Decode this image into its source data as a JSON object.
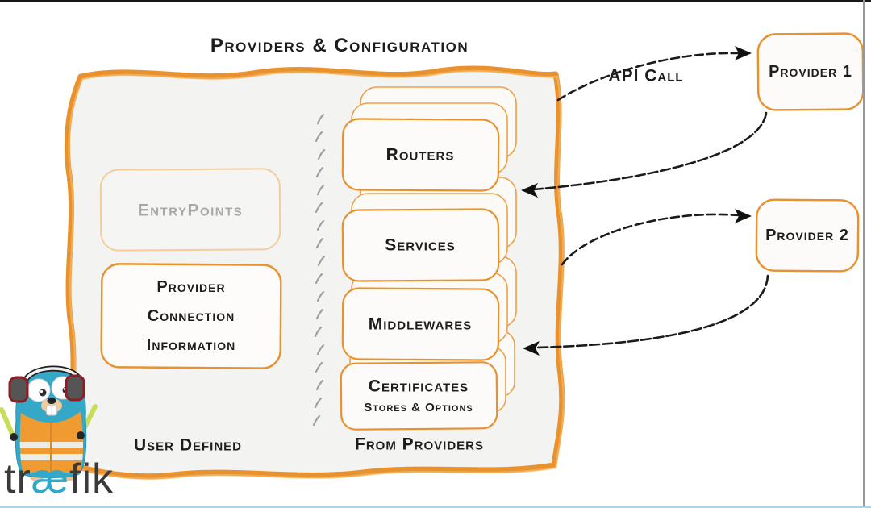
{
  "title": "Providers & Configuration",
  "api_call_label": "API Call",
  "main_box": {
    "entrypoints_label": "EntryPoints",
    "provider_connection_lines": [
      "Provider",
      "Connection",
      "Information"
    ],
    "user_defined_label": "User Defined",
    "from_providers_label": "From Providers",
    "stacks": [
      {
        "label": "Routers"
      },
      {
        "label": "Services"
      },
      {
        "label": "Middlewares"
      },
      {
        "label": "Certificates",
        "sublabel": "Stores & Options"
      }
    ]
  },
  "providers": [
    {
      "label": "Provider 1"
    },
    {
      "label": "Provider 2"
    }
  ],
  "wordmark": {
    "prefix": "tr",
    "ligature": "æ",
    "suffix": "fik"
  },
  "colors": {
    "accent_orange": "#e8912d",
    "light_orange": "#f3cd9e",
    "box_fill": "#f3f3f1",
    "card_fill": "#fcfbf9",
    "arrow_black": "#1b1b1b",
    "gopher_teal": "#35a8c7",
    "vest_orange": "#f09b31",
    "baton_green": "#c9dc55",
    "wordmark_ae_teal": "#2fa9cb",
    "ghost_text_gray": "#a7a7a7"
  }
}
